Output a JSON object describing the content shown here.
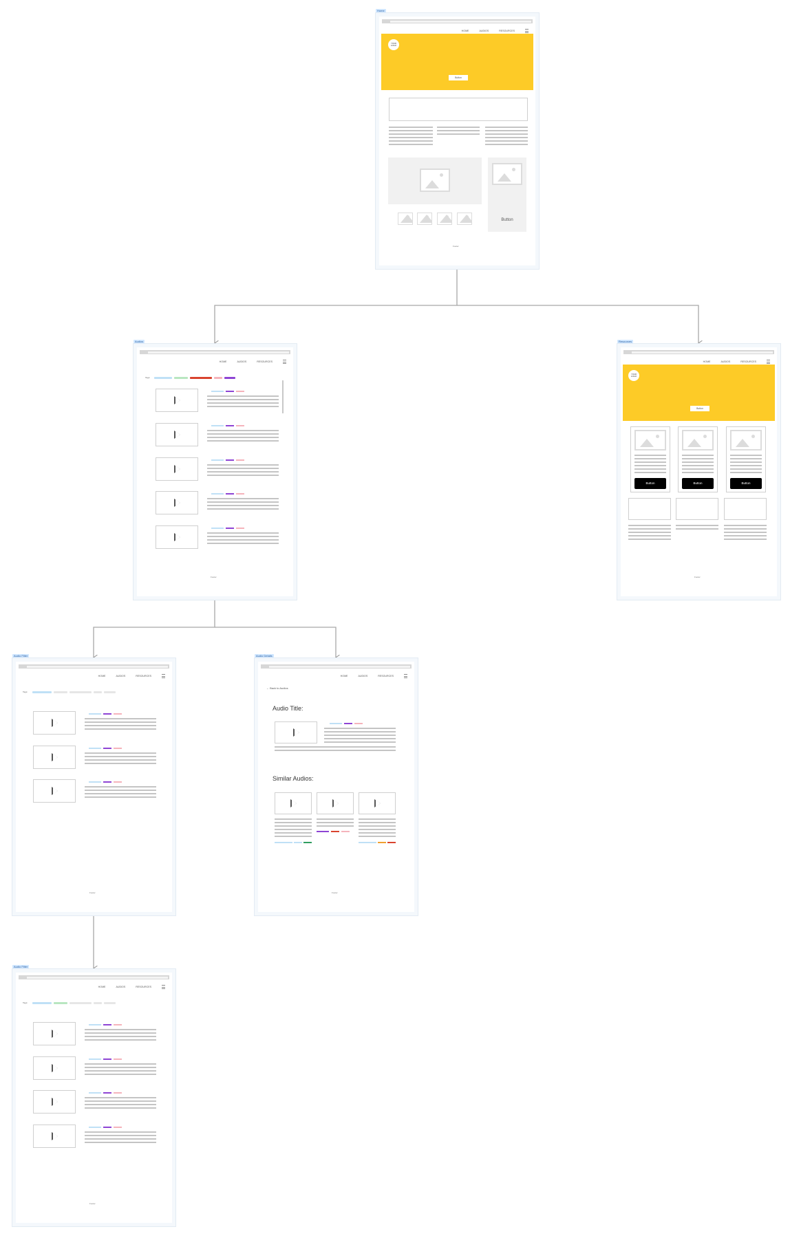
{
  "diagram": {
    "frames": [
      {
        "id": "home",
        "tag": "Home"
      },
      {
        "id": "audios",
        "tag": "Audios"
      },
      {
        "id": "resources",
        "tag": "Resources"
      },
      {
        "id": "audios-filter1",
        "tag": "Audio Filter"
      },
      {
        "id": "audio-details",
        "tag": "Audio Details"
      },
      {
        "id": "audios-filter2",
        "tag": "Audio Filter"
      }
    ],
    "edges": [
      {
        "from": "home",
        "to": "audios"
      },
      {
        "from": "home",
        "to": "resources"
      },
      {
        "from": "audios",
        "to": "audios-filter1"
      },
      {
        "from": "audios",
        "to": "audio-details"
      },
      {
        "from": "audios-filter1",
        "to": "audios-filter2"
      }
    ]
  },
  "nav": {
    "home": "HOME",
    "audios": "AUDIOS",
    "resources": "RESOURCES"
  },
  "home": {
    "logo": "YOUR LOGO",
    "hero_button": "Button",
    "side_button": "Button",
    "footer": "Footer"
  },
  "audios": {
    "tags_label": "Tags:",
    "footer": "Footer"
  },
  "resources": {
    "logo": "YOUR LOGO",
    "hero_button": "Button",
    "card_buttons": [
      "Button",
      "Button",
      "Button"
    ],
    "footer": "Footer"
  },
  "filter1": {
    "tags_label": "Tags:",
    "footer": "Footer"
  },
  "details": {
    "back_label": "Back to Audios",
    "audio_title": "Audio Title:",
    "similar_title": "Similar Audios:",
    "footer": "Footer"
  },
  "filter2": {
    "tags_label": "Tags:",
    "footer": "Footer"
  },
  "colors": {
    "hero": "#fdcb27",
    "tag_blue": "#bfe0f6",
    "tag_green": "#b8e6c0",
    "tag_red": "#d9432e",
    "tag_pink": "#f5b3bb",
    "tag_purple": "#8e44d4"
  }
}
